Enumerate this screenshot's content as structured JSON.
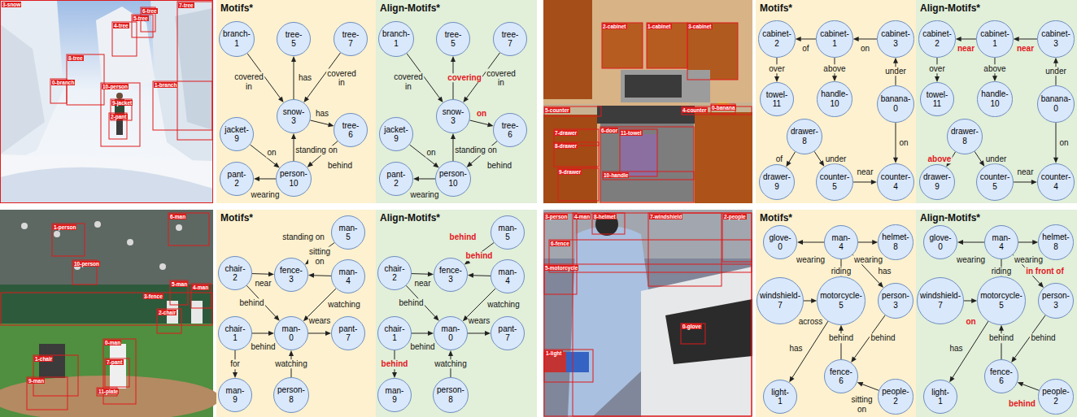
{
  "diagram": {
    "nodes": [
      {
        "text": [
          "Motifs*"
        ]
      },
      {
        "text": [
          "branch-1"
        ],
        "in": 0
      },
      {
        "text": [
          "tree-5"
        ],
        "in": 0
      },
      {
        "text": [
          "tree-7"
        ],
        "in": 0
      },
      {
        "text": [
          "snow-3"
        ],
        "in": 0
      },
      {
        "text": [
          "jacket-9"
        ],
        "in": 0
      },
      {
        "text": [
          "tree-6"
        ],
        "in": 0
      },
      {
        "text": [
          "pant-2"
        ],
        "in": 0
      },
      {
        "text": [
          "person-10"
        ],
        "in": 0
      },
      {
        "text": [
          "Align-Motifs*"
        ]
      },
      {
        "text": [
          "branch-1"
        ],
        "in": 9
      },
      {
        "text": [
          "tree-5"
        ],
        "in": 9
      },
      {
        "text": [
          "tree-7"
        ],
        "in": 9
      },
      {
        "text": [
          "snow-3"
        ],
        "in": 9
      },
      {
        "text": [
          "jacket-9"
        ],
        "in": 9
      },
      {
        "text": [
          "tree-6"
        ],
        "in": 9
      },
      {
        "text": [
          "pant-2"
        ],
        "in": 9
      },
      {
        "text": [
          "person-10"
        ],
        "in": 9
      },
      {
        "text": [
          "Motifs*"
        ]
      },
      {
        "text": [
          "cabinet-2"
        ],
        "in": 18
      },
      {
        "text": [
          "cabinet-1"
        ],
        "in": 18
      },
      {
        "text": [
          "cabinet-3"
        ],
        "in": 18
      },
      {
        "text": [
          "towel-11"
        ],
        "in": 18
      },
      {
        "text": [
          "handle-10"
        ],
        "in": 18
      },
      {
        "text": [
          "banana-0"
        ],
        "in": 18
      },
      {
        "text": [
          "drawer-8"
        ],
        "in": 18
      },
      {
        "text": [
          "drawer-9"
        ],
        "in": 18
      },
      {
        "text": [
          "counter-5"
        ],
        "in": 18
      },
      {
        "text": [
          "counter-4"
        ],
        "in": 18
      },
      {
        "text": [
          "Align-Motifs*"
        ]
      },
      {
        "text": [
          "cabinet-2"
        ],
        "in": 29
      },
      {
        "text": [
          "cabinet-1"
        ],
        "in": 29
      },
      {
        "text": [
          "cabinet-3"
        ],
        "in": 29
      },
      {
        "text": [
          "towel-11"
        ],
        "in": 29
      },
      {
        "text": [
          "handle-10"
        ],
        "in": 29
      },
      {
        "text": [
          "banana-0"
        ],
        "in": 29
      },
      {
        "text": [
          "drawer-8"
        ],
        "in": 29
      },
      {
        "text": [
          "drawer-9"
        ],
        "in": 29
      },
      {
        "text": [
          "counter-5"
        ],
        "in": 29
      },
      {
        "text": [
          "counter-4"
        ],
        "in": 29
      },
      {
        "text": [
          "Motifs*"
        ]
      },
      {
        "text": [
          "man-5"
        ],
        "in": 40
      },
      {
        "text": [
          "chair-2"
        ],
        "in": 40
      },
      {
        "text": [
          "fence-3"
        ],
        "in": 40
      },
      {
        "text": [
          "man-4"
        ],
        "in": 40
      },
      {
        "text": [
          "chair-1"
        ],
        "in": 40
      },
      {
        "text": [
          "man-0"
        ],
        "in": 40
      },
      {
        "text": [
          "pant-7"
        ],
        "in": 40
      },
      {
        "text": [
          "man-9"
        ],
        "in": 40
      },
      {
        "text": [
          "person-8"
        ],
        "in": 40
      },
      {
        "text": [
          "Align-Motifs*"
        ]
      },
      {
        "text": [
          "man-5"
        ],
        "in": 50
      },
      {
        "text": [
          "chair-2"
        ],
        "in": 50
      },
      {
        "text": [
          "fence-3"
        ],
        "in": 50
      },
      {
        "text": [
          "man-4"
        ],
        "in": 50
      },
      {
        "text": [
          "chair-1"
        ],
        "in": 50
      },
      {
        "text": [
          "man-0"
        ],
        "in": 50
      },
      {
        "text": [
          "pant-7"
        ],
        "in": 50
      },
      {
        "text": [
          "man-9"
        ],
        "in": 50
      },
      {
        "text": [
          "person-8"
        ],
        "in": 50
      },
      {
        "text": [
          "Motifs*"
        ]
      },
      {
        "text": [
          "glove-0"
        ],
        "in": 60
      },
      {
        "text": [
          "man-4"
        ],
        "in": 60
      },
      {
        "text": [
          "helmet-8"
        ],
        "in": 60
      },
      {
        "text": [
          "windshield-7"
        ],
        "in": 60
      },
      {
        "text": [
          "motorcycle-5"
        ],
        "in": 60
      },
      {
        "text": [
          "person-3"
        ],
        "in": 60
      },
      {
        "text": [
          "light-1"
        ],
        "in": 60
      },
      {
        "text": [
          "fence-6"
        ],
        "in": 60
      },
      {
        "text": [
          "people-2"
        ],
        "in": 60
      },
      {
        "text": [
          "Align-Motifs*"
        ]
      },
      {
        "text": [
          "glove-0"
        ],
        "in": 70
      },
      {
        "text": [
          "man-4"
        ],
        "in": 70
      },
      {
        "text": [
          "helmet-8"
        ],
        "in": 70
      },
      {
        "text": [
          "windshield-7"
        ],
        "in": 70
      },
      {
        "text": [
          "motorcycle-5"
        ],
        "in": 70
      },
      {
        "text": [
          "person-3"
        ],
        "in": 70
      },
      {
        "text": [
          "light-1"
        ],
        "in": 70
      },
      {
        "text": [
          "fence-6"
        ],
        "in": 70
      },
      {
        "text": [
          "people-2"
        ],
        "in": 70
      }
    ],
    "edges": [
      {
        "from": 1,
        "to": 4,
        "label": "covered in",
        "arrow": "to"
      },
      {
        "from": 4,
        "to": 2,
        "label": "has",
        "arrow": "to"
      },
      {
        "from": 3,
        "to": 4,
        "label": "covered in",
        "arrow": "to"
      },
      {
        "from": 4,
        "to": 6,
        "label": "has",
        "arrow": "to"
      },
      {
        "from": 8,
        "to": 4,
        "label": "standing on",
        "arrow": "to"
      },
      {
        "from": 5,
        "to": 8,
        "label": "on",
        "arrow": "to"
      },
      {
        "from": 6,
        "to": 8,
        "label": "behind",
        "arrow": "to"
      },
      {
        "from": 8,
        "to": 7,
        "label": "wearing",
        "arrow": "to"
      },
      {
        "from": 10,
        "to": 13,
        "label": "covered in",
        "arrow": "to"
      },
      {
        "from": 13,
        "to": 11,
        "label": "covering",
        "arrow": "to"
      },
      {
        "from": 12,
        "to": 13,
        "label": "covered in",
        "arrow": "to"
      },
      {
        "from": 13,
        "to": 15,
        "label": "on",
        "arrow": "to"
      },
      {
        "from": 17,
        "to": 13,
        "label": "standing on",
        "arrow": "to"
      },
      {
        "from": 14,
        "to": 17,
        "label": "on",
        "arrow": "to"
      },
      {
        "from": 15,
        "to": 17,
        "label": "behind",
        "arrow": "to"
      },
      {
        "from": 17,
        "to": 16,
        "label": "wearing",
        "arrow": "to"
      },
      {
        "from": 20,
        "to": 19,
        "label": "of",
        "arrow": "to"
      },
      {
        "from": 21,
        "to": 20,
        "label": "on",
        "arrow": "to"
      },
      {
        "from": 19,
        "to": 22,
        "label": "over",
        "arrow": "to"
      },
      {
        "from": 20,
        "to": 23,
        "label": "above",
        "arrow": "to"
      },
      {
        "from": 24,
        "to": 21,
        "label": "under",
        "arrow": "to"
      },
      {
        "from": 25,
        "to": 26,
        "label": "of",
        "arrow": "to"
      },
      {
        "from": 25,
        "to": 27,
        "label": "under",
        "arrow": "to"
      },
      {
        "from": 24,
        "to": 28,
        "label": "on",
        "arrow": "to"
      },
      {
        "from": 27,
        "to": 28,
        "label": "near",
        "arrow": "to"
      },
      {
        "from": 31,
        "to": 30,
        "label": "near",
        "arrow": "to"
      },
      {
        "from": 32,
        "to": 31,
        "label": "near",
        "arrow": "to"
      },
      {
        "from": 30,
        "to": 33,
        "label": "over",
        "arrow": "to"
      },
      {
        "from": 31,
        "to": 34,
        "label": "above",
        "arrow": "to"
      },
      {
        "from": 35,
        "to": 32,
        "label": "under",
        "arrow": "to"
      },
      {
        "from": 36,
        "to": 37,
        "label": "above",
        "arrow": "to"
      },
      {
        "from": 36,
        "to": 38,
        "label": "under",
        "arrow": "to"
      },
      {
        "from": 35,
        "to": 39,
        "label": "on",
        "arrow": "to"
      },
      {
        "from": 38,
        "to": 39,
        "label": "near",
        "arrow": "to"
      },
      {
        "from": 41,
        "to": 43,
        "label": "standing on",
        "arrow": "to"
      },
      {
        "from": 42,
        "to": 43,
        "label": "near",
        "arrow": "to"
      },
      {
        "from": 44,
        "to": 43,
        "label": "sitting on",
        "arrow": "to"
      },
      {
        "from": 42,
        "to": 46,
        "label": "behind",
        "arrow": "to"
      },
      {
        "from": 44,
        "to": 46,
        "label": "watching",
        "arrow": "to"
      },
      {
        "from": 45,
        "to": 46,
        "label": "behind",
        "arrow": "to"
      },
      {
        "from": 46,
        "to": 47,
        "label": "wears",
        "arrow": "to"
      },
      {
        "from": 45,
        "to": 48,
        "label": "for",
        "arrow": "to"
      },
      {
        "from": 49,
        "to": 46,
        "label": "watching",
        "arrow": "to"
      },
      {
        "from": 51,
        "to": 53,
        "label": "behind",
        "arrow": "to"
      },
      {
        "from": 52,
        "to": 53,
        "label": "near",
        "arrow": "to"
      },
      {
        "from": 54,
        "to": 53,
        "label": "behind",
        "arrow": "to"
      },
      {
        "from": 52,
        "to": 56,
        "label": "behind",
        "arrow": "to"
      },
      {
        "from": 54,
        "to": 56,
        "label": "watching",
        "arrow": "to"
      },
      {
        "from": 55,
        "to": 56,
        "label": "behind",
        "arrow": "to"
      },
      {
        "from": 56,
        "to": 57,
        "label": "wears",
        "arrow": "to"
      },
      {
        "from": 55,
        "to": 58,
        "label": "behind",
        "arrow": "to"
      },
      {
        "from": 59,
        "to": 56,
        "label": "watching",
        "arrow": "to"
      },
      {
        "from": 62,
        "to": 61,
        "label": "wearing",
        "arrow": "to"
      },
      {
        "from": 62,
        "to": 63,
        "label": "wearing",
        "arrow": "to"
      },
      {
        "from": 62,
        "to": 65,
        "label": "riding",
        "arrow": "to"
      },
      {
        "from": 62,
        "to": 66,
        "label": "has",
        "arrow": "to"
      },
      {
        "from": 64,
        "to": 65,
        "label": "across",
        "arrow": "to"
      },
      {
        "from": 65,
        "to": 67,
        "label": "has",
        "arrow": "to"
      },
      {
        "from": 68,
        "to": 65,
        "label": "behind",
        "arrow": "to"
      },
      {
        "from": 66,
        "to": 68,
        "label": "behind",
        "arrow": "to"
      },
      {
        "from": 69,
        "to": 68,
        "label": "sitting on",
        "arrow": "to"
      },
      {
        "from": 72,
        "to": 71,
        "label": "wearing",
        "arrow": "to"
      },
      {
        "from": 72,
        "to": 73,
        "label": "wearing",
        "arrow": "to"
      },
      {
        "from": 72,
        "to": 75,
        "label": "riding",
        "arrow": "to"
      },
      {
        "from": 72,
        "to": 76,
        "label": "in front of",
        "arrow": "to"
      },
      {
        "from": 74,
        "to": 75,
        "label": "on",
        "arrow": "to"
      },
      {
        "from": 75,
        "to": 77,
        "label": "has",
        "arrow": "to"
      },
      {
        "from": 78,
        "to": 75,
        "label": "behind",
        "arrow": "to"
      },
      {
        "from": 76,
        "to": 78,
        "label": "behind",
        "arrow": "to"
      },
      {
        "from": 79,
        "to": 78,
        "label": "behind",
        "arrow": "to"
      }
    ],
    "labels": [
      "3-snow",
      "7-tree",
      "6-tree",
      "5-tree",
      "4-tree",
      "8-tree",
      "0-branch",
      "10-person",
      "1-branch",
      "9-jacket",
      "2-pant",
      "2-cabinet",
      "1-cabinet",
      "3-cabinet",
      "5-counter",
      "4-counter",
      "0-banana",
      "7-drawer",
      "6-door",
      "11-towel",
      "8-drawer",
      "9-drawer",
      "10-handle",
      "1-person",
      "6-man",
      "10-person",
      "3-fence",
      "5-man",
      "4-man",
      "2-chair",
      "1-chair",
      "0-man",
      "7-pant",
      "9-man",
      "11-plate",
      "3-person",
      "4-man",
      "8-helmet",
      "7-windshield",
      "2-people",
      "6-fence",
      "5-motorcycle",
      "0-glove",
      "1-light"
    ]
  }
}
